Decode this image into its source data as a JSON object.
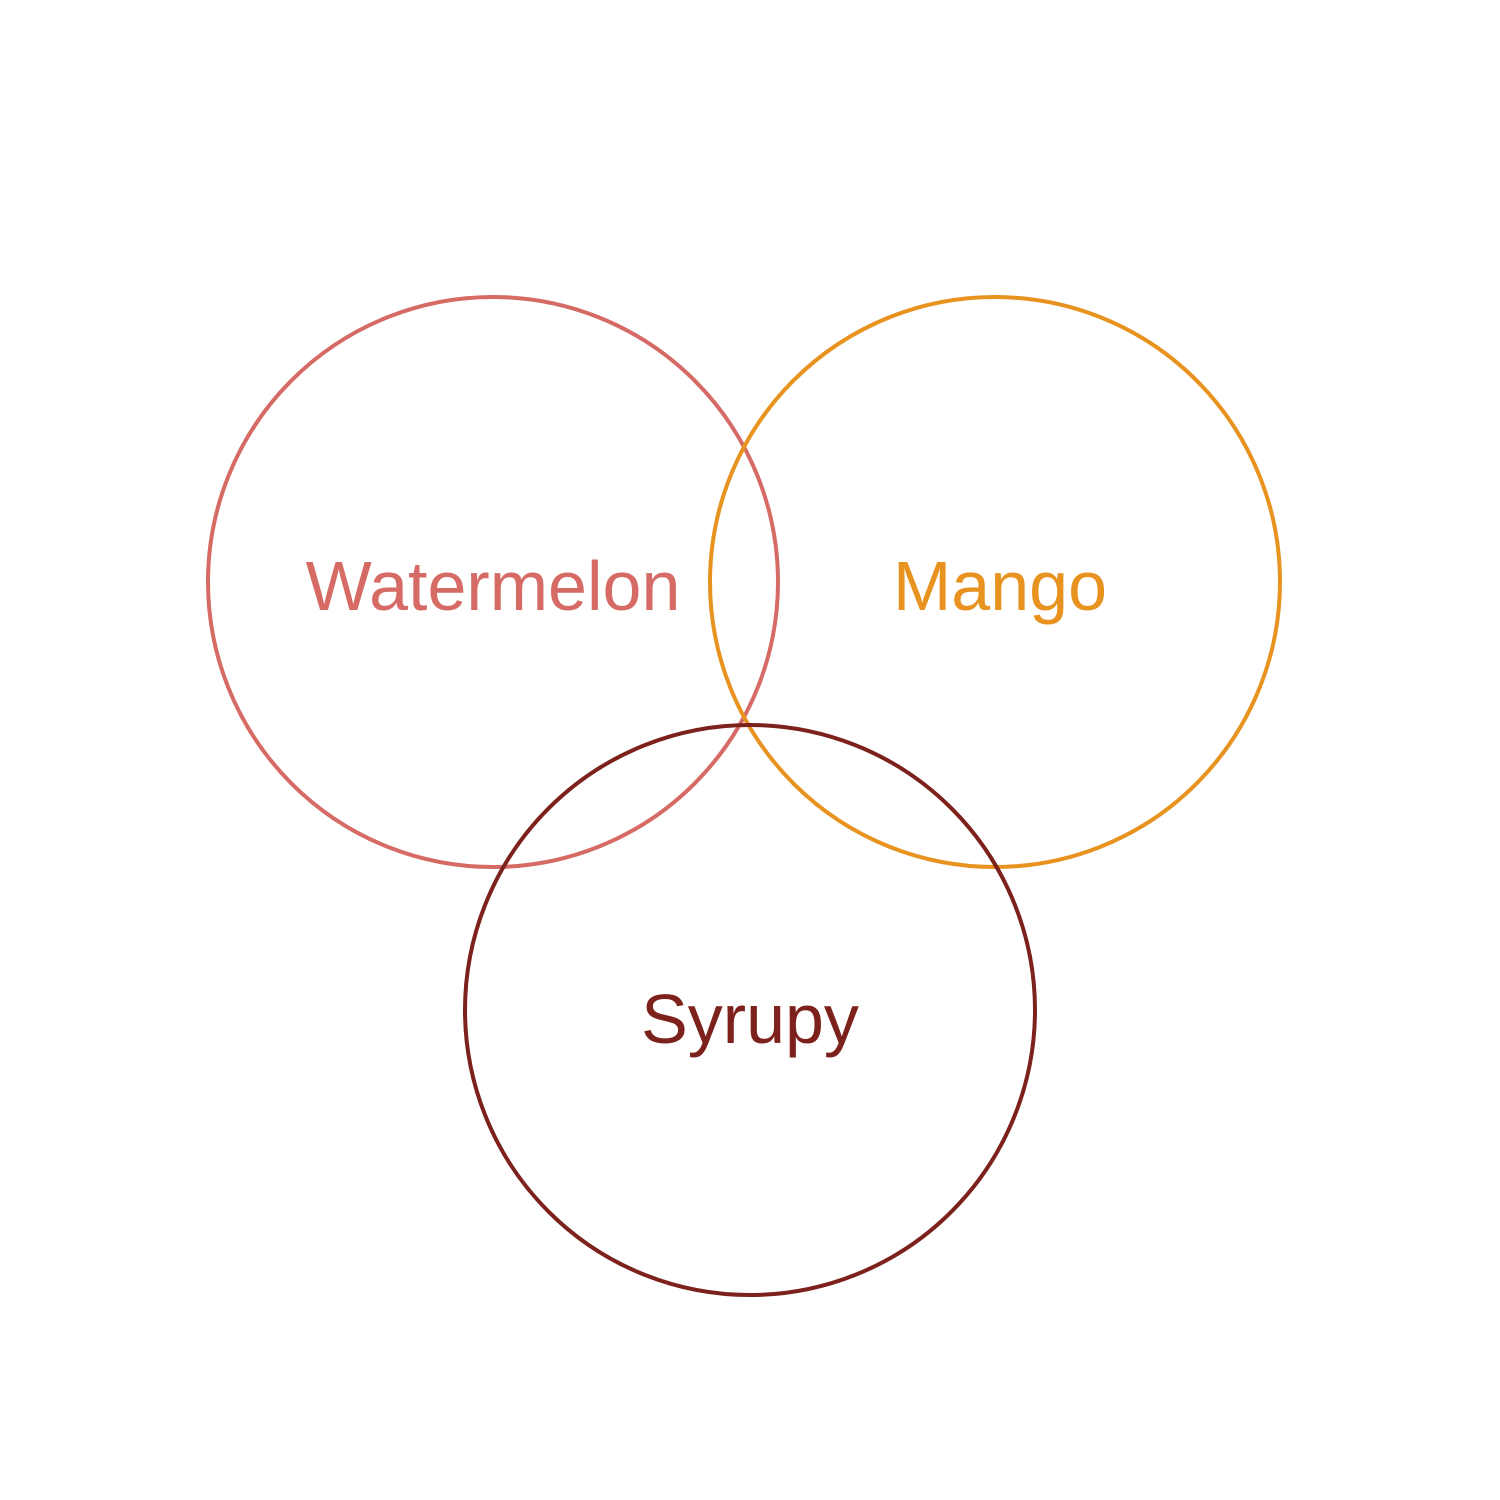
{
  "diagram": {
    "type": "venn",
    "sets": [
      {
        "id": "watermelon",
        "label": "Watermelon",
        "color": "#d66b66"
      },
      {
        "id": "mango",
        "label": "Mango",
        "color": "#e8931f"
      },
      {
        "id": "syrupy",
        "label": "Syrupy",
        "color": "#7c211b"
      }
    ]
  }
}
